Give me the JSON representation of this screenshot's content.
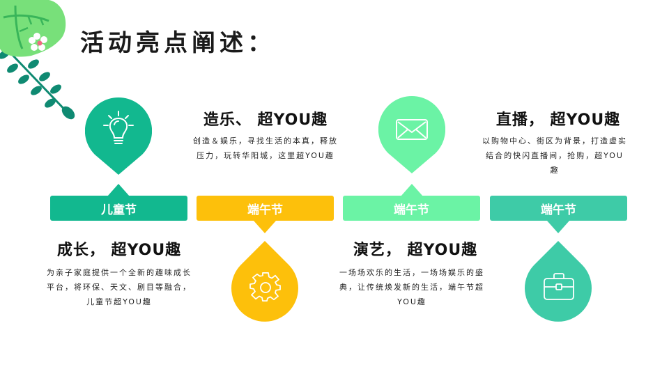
{
  "title": "活动亮点阐述：",
  "colors": {
    "dark_green": "#12b88f",
    "yellow": "#fdc00b",
    "light_green": "#6bf3a5",
    "teal": "#3ecba7",
    "leaf_light": "#78e07a",
    "leaf_dark": "#0f8a72"
  },
  "items": [
    {
      "label": "儿童节",
      "icon": "lightbulb-icon",
      "color": "#12b88f",
      "heading": "成长， 超YOU趣",
      "description": "为亲子家庭提供一个全新的趣味成长平台，将环保、天文、剧目等融合，儿童节超YOU趣"
    },
    {
      "label": "端午节",
      "icon": "gear-icon",
      "color": "#fdc00b",
      "heading": "造乐、 超YOU趣",
      "description": "创造＆娱乐，寻找生活的本真，释放压力，玩转华阳城，这里超YOU趣"
    },
    {
      "label": "端午节",
      "icon": "envelope-icon",
      "color": "#6bf3a5",
      "heading": "演艺， 超YOU趣",
      "description": "一场场欢乐的生活，一场场娱乐的盛典，让传统焕发新的生活，端午节超YOU趣"
    },
    {
      "label": "端午节",
      "icon": "briefcase-icon",
      "color": "#3ecba7",
      "heading": "直播， 超YOU趣",
      "description": "以购物中心、街区为背景，打造虚实结合的快闪直播间，抢购，超YOU趣"
    }
  ]
}
